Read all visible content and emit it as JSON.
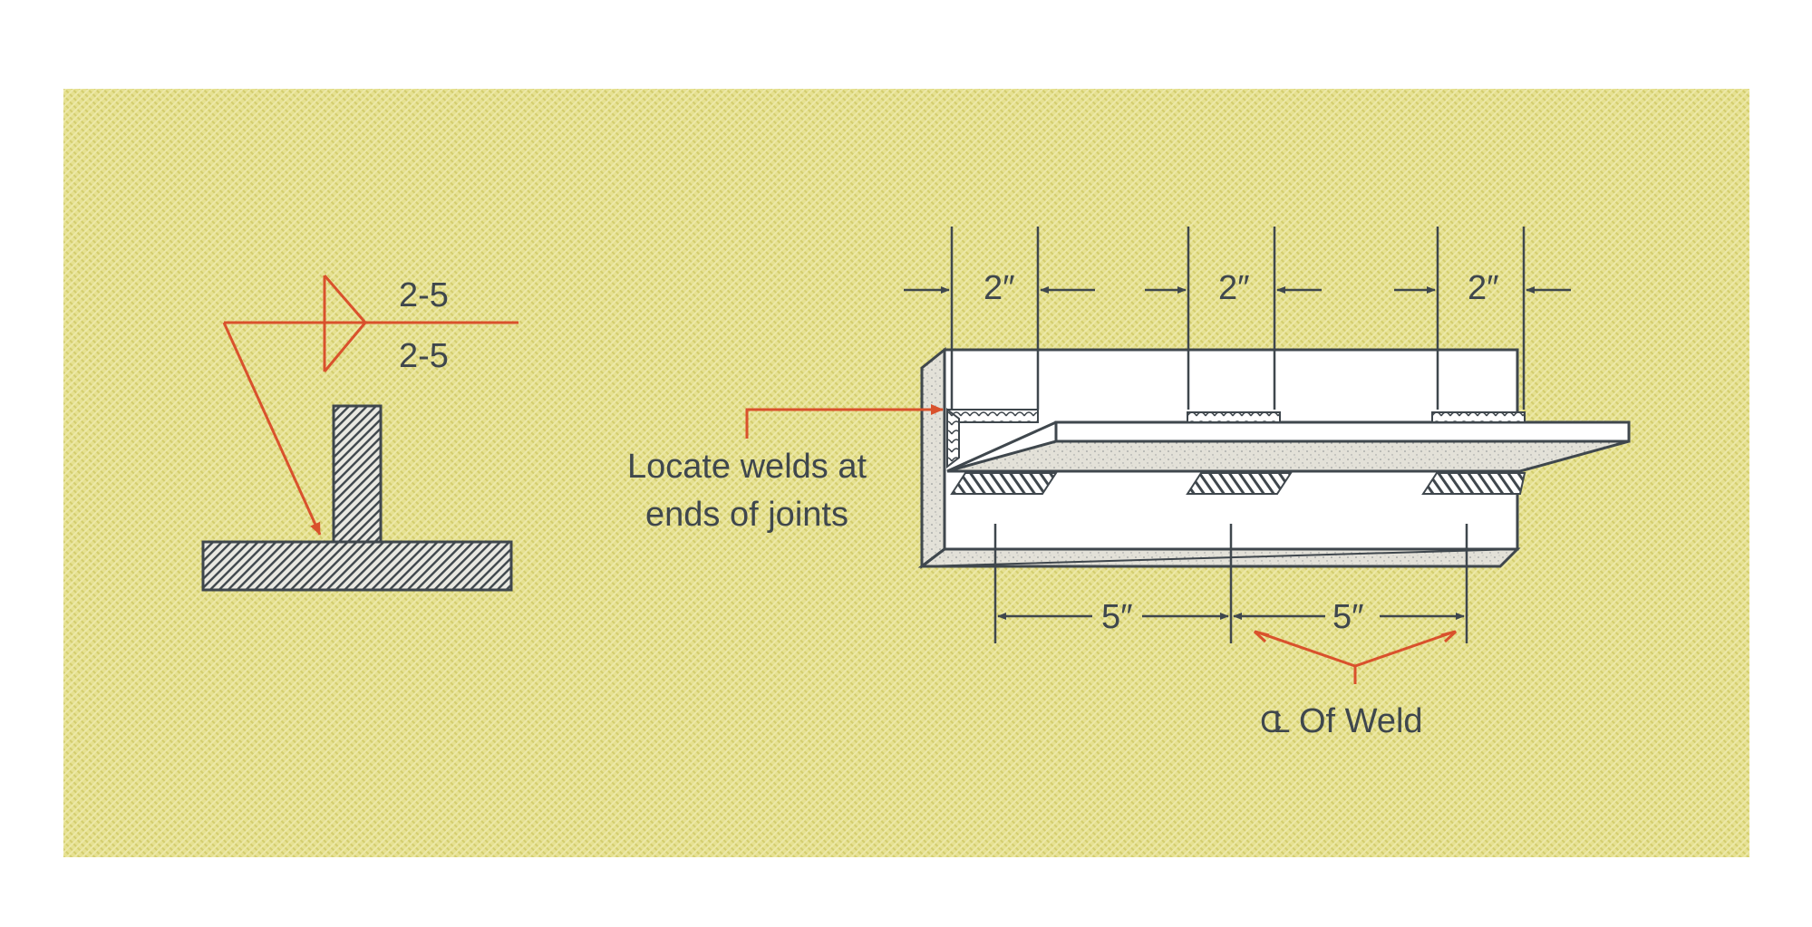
{
  "weld_symbol": {
    "arrow_side_note": "2-5",
    "other_side_note": "2-5"
  },
  "dimensions": {
    "weld_length": "2″",
    "pitch": "5″"
  },
  "callouts": {
    "locate_line1": "Locate welds at",
    "locate_line2": "ends of joints",
    "centerline_symbol": "CL",
    "centerline_text": "Of Weld"
  },
  "colors": {
    "background": "#e4df8c",
    "ink": "#3f474d",
    "accent": "#d9512c",
    "part_fill": "#ffffff",
    "edge_fill": "#e6e4dc"
  }
}
